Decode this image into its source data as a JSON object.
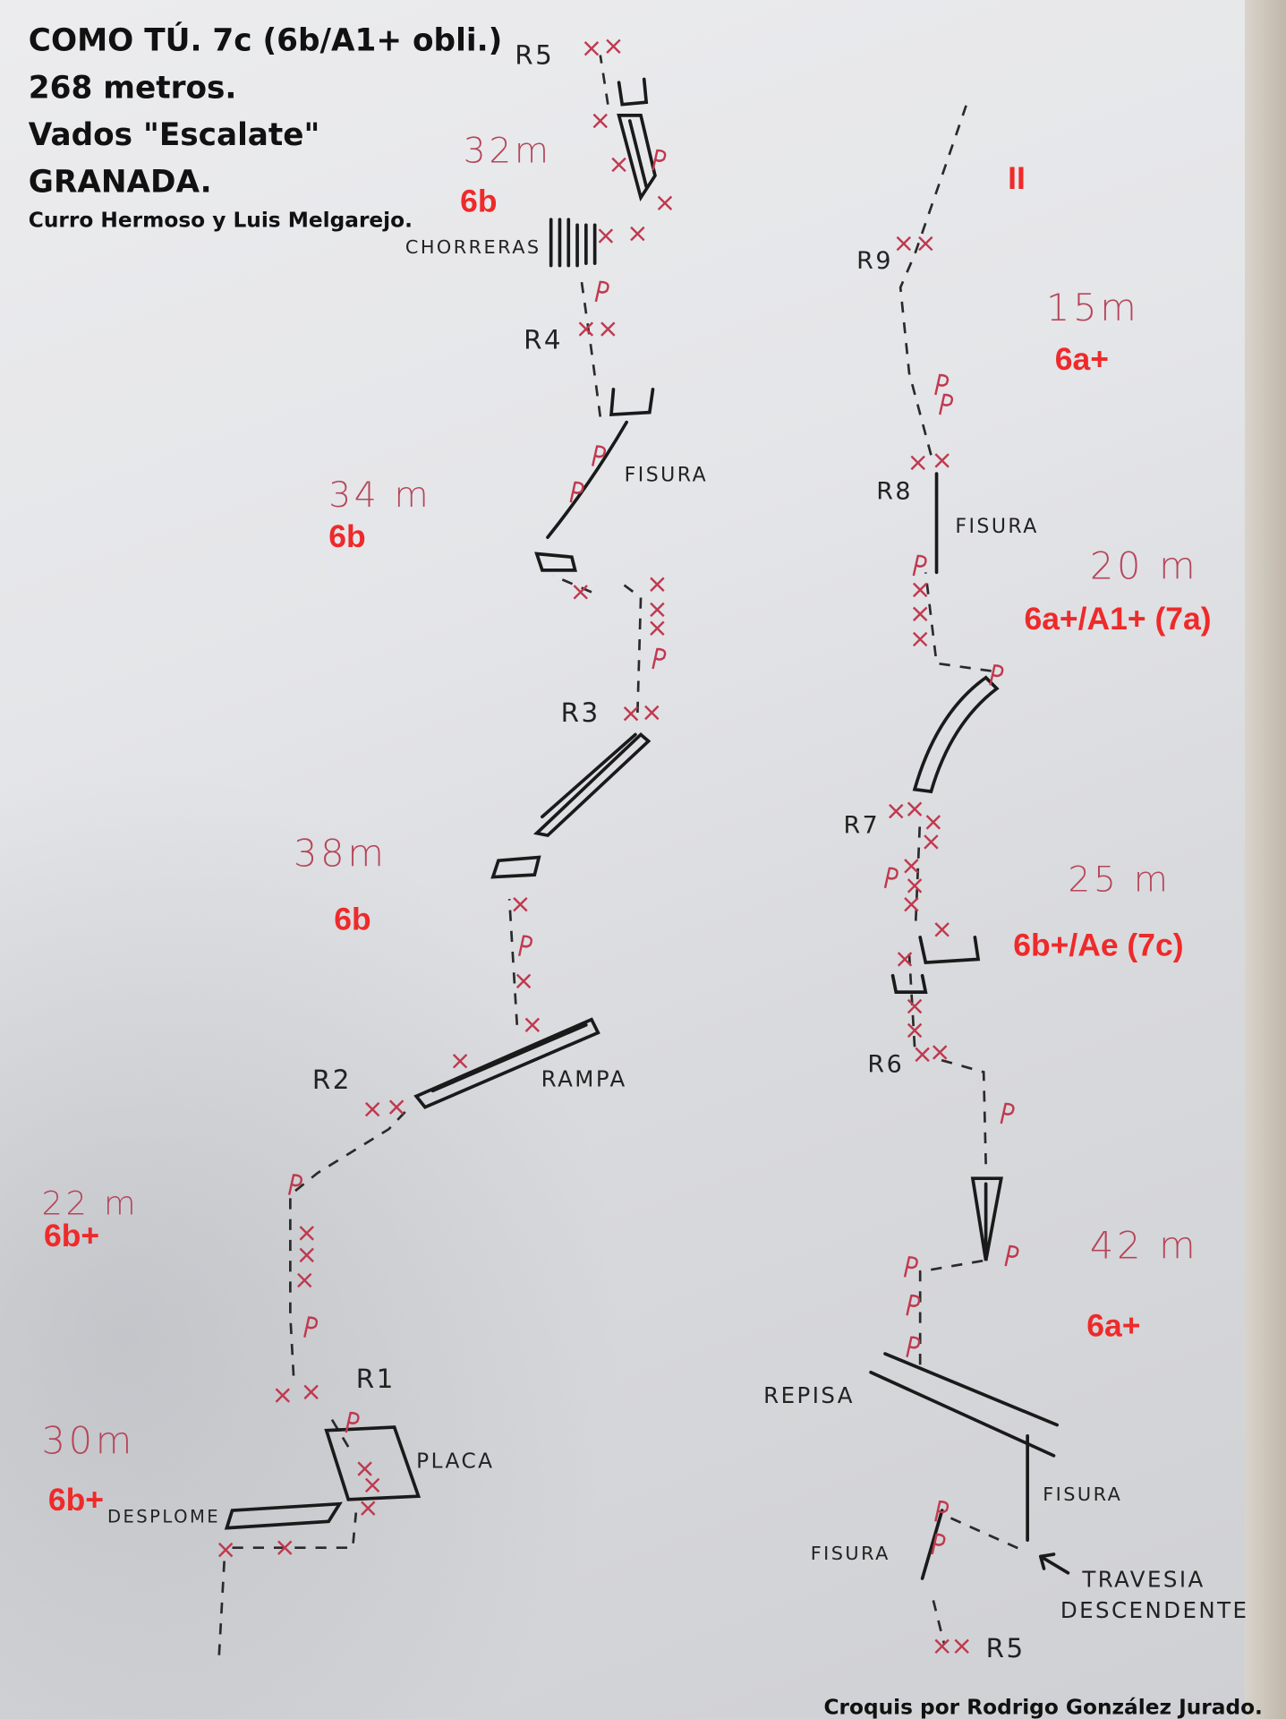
{
  "header": {
    "title": "COMO TÚ. 7c (6b/A1+ obli.)",
    "length": "268 metros.",
    "sector": "Vados \"Escalate\"",
    "region": "GRANADA.",
    "first_ascent": "Curro Hermoso y Luis Melgarejo."
  },
  "footer": {
    "credit": "Croquis por Rodrigo González Jurado."
  },
  "left_column": {
    "pitches": [
      {
        "length": "30m",
        "grade": "6b+"
      },
      {
        "length": "22 m",
        "grade": "6b+"
      },
      {
        "length": "38m",
        "grade": "6b"
      },
      {
        "length": "34 m",
        "grade": "6b"
      },
      {
        "length": "32m",
        "grade": "6b"
      }
    ],
    "belays": [
      "R1",
      "R2",
      "R3",
      "R4",
      "R5"
    ],
    "features": {
      "chorreras": "CHORRERAS",
      "fisura": "FISURA",
      "rampa": "RAMPA",
      "placa": "PLACA",
      "desplome": "DESPLOME"
    }
  },
  "right_column": {
    "section": "II",
    "pitches": [
      {
        "length": "42 m",
        "grade": "6a+"
      },
      {
        "length": "25 m",
        "grade": "6b+/Ae (7c)"
      },
      {
        "length": "20 m",
        "grade": "6a+/A1+ (7a)"
      },
      {
        "length": "15m",
        "grade": "6a+"
      }
    ],
    "belays": [
      "R5",
      "R6",
      "R7",
      "R8",
      "R9"
    ],
    "features": {
      "repisa": "REPISA",
      "fisura_upper": "FISURA",
      "fisura_right": "FISURA",
      "fisura_left": "FISURA",
      "travesia_1": "TRAVESIA",
      "travesia_2": "DESCENDENTE"
    }
  },
  "colors": {
    "grade": "#ee2a2a",
    "handwritten_red": "#b5465a",
    "ink": "#1a1a1a"
  }
}
